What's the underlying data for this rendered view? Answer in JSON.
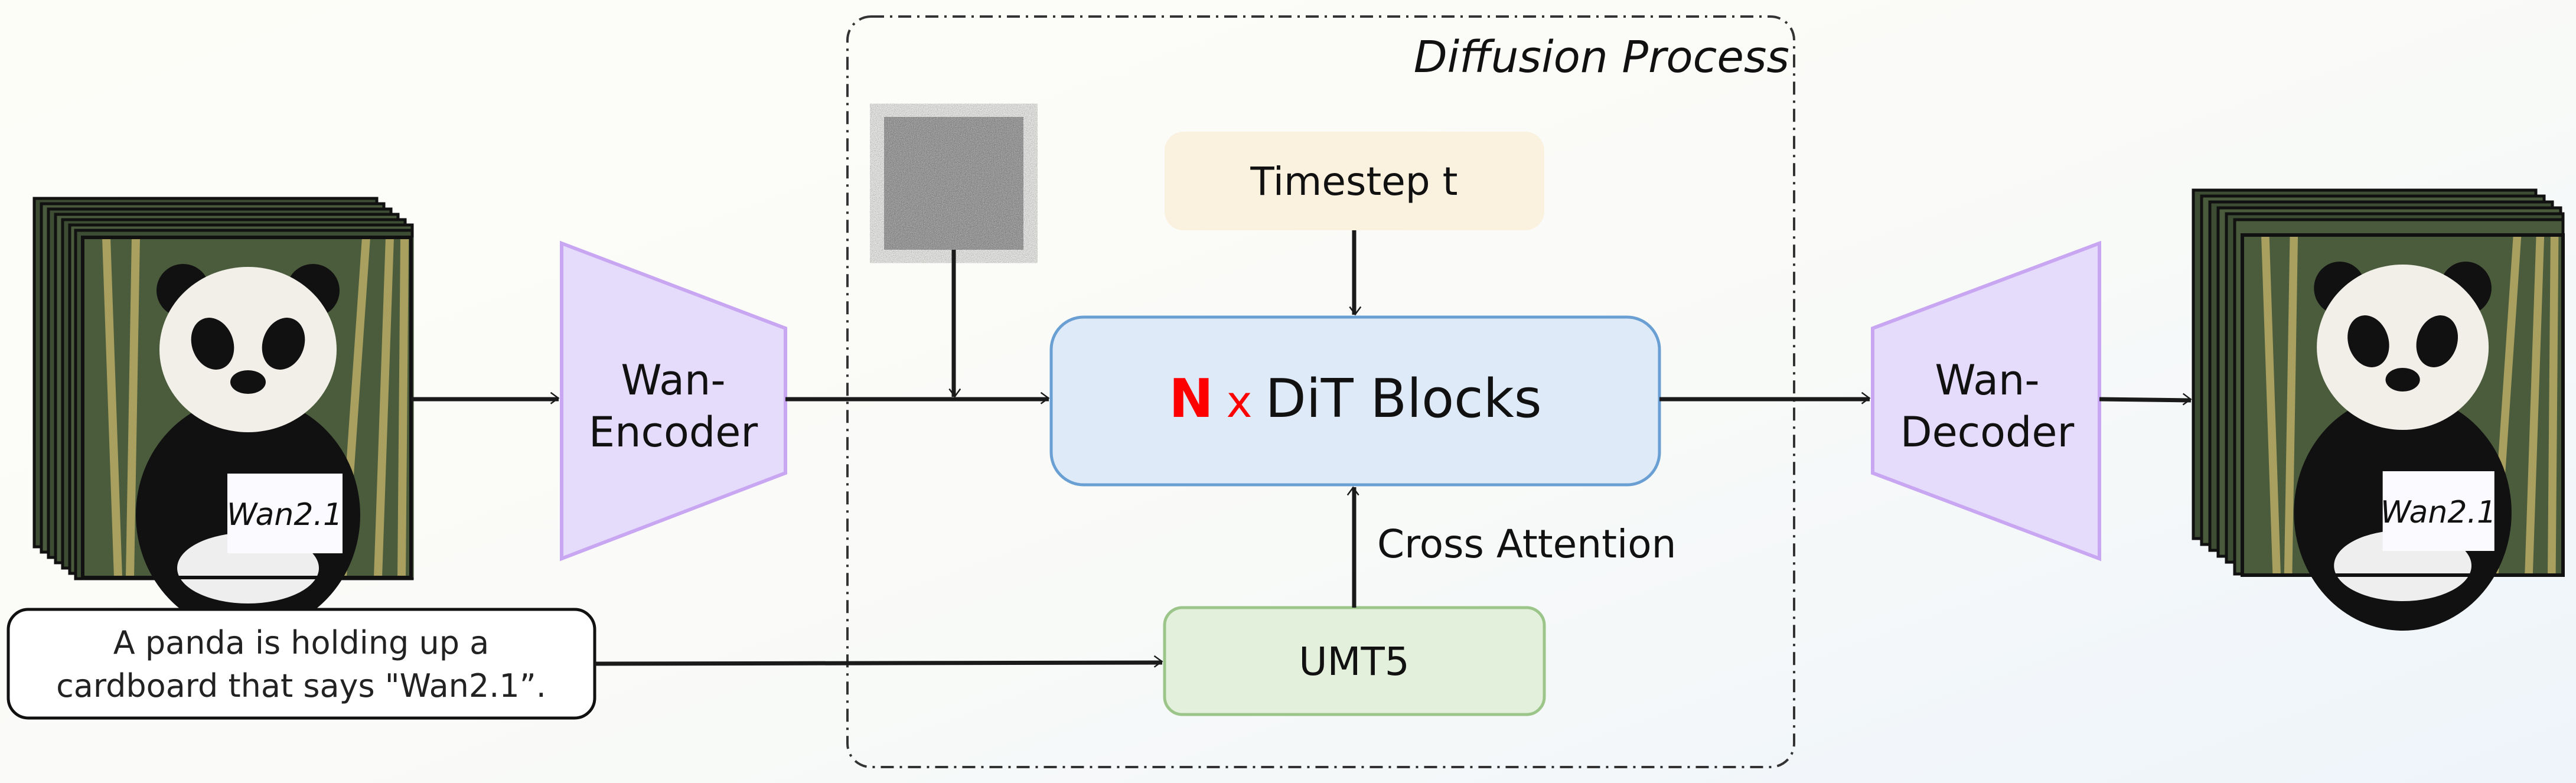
{
  "diagram": {
    "group_label": "Diffusion Process",
    "encoder_label_line1": "Wan-",
    "encoder_label_line2": "Encoder",
    "decoder_label_line1": "Wan-",
    "decoder_label_line2": "Decoder",
    "timestep_label": "Timestep t",
    "dit_n": "N",
    "dit_x": "x",
    "dit_label": "DiT Blocks",
    "cross_attention_label": "Cross Attention",
    "text_encoder_label": "UMT5",
    "prompt_line1": "A panda is holding up a",
    "prompt_line2": "cardboard that says \"Wan2.1”.",
    "sign_text": "Wan2.1",
    "colors": {
      "encoder_fill": "#e5dcfb",
      "encoder_stroke": "#c9a6f2",
      "timestep_fill": "#faf1df",
      "dit_fill": "#dfeaf9",
      "dit_stroke": "#6a9fd3",
      "umt5_fill": "#e3f0dc",
      "umt5_stroke": "#9cc58a",
      "accent_red": "#ff0000"
    }
  }
}
